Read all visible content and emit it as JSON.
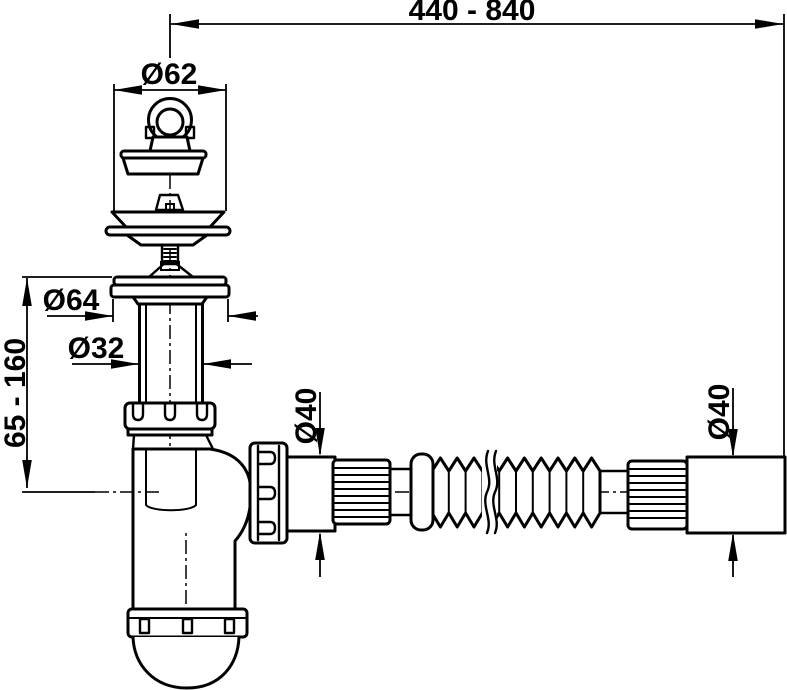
{
  "diagram": {
    "colors": {
      "line": "#000000",
      "background": "#ffffff"
    },
    "labels": {
      "total_length": "440 - 840",
      "plug_diameter": "Ø62",
      "flange_diameter": "Ø64",
      "pipe_diameter": "Ø32",
      "height_range": "65 - 160",
      "outlet_diameter": "Ø40",
      "hose_end_diameter": "Ø40"
    }
  }
}
